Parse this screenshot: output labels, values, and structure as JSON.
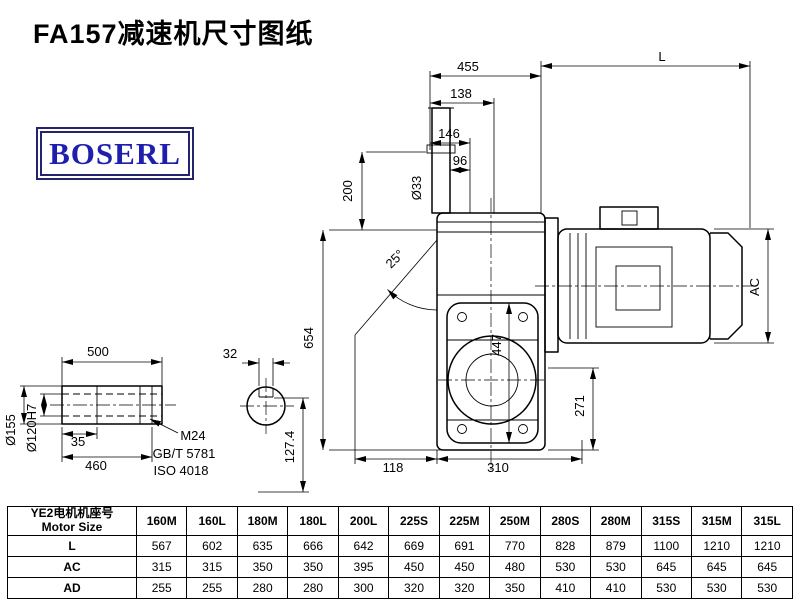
{
  "page": {
    "title": "FA157减速机尺寸图纸"
  },
  "logo": {
    "text": "BOSERL"
  },
  "drawing": {
    "dims": {
      "width_455": "455",
      "motor_length": "L",
      "d138": "138",
      "d146": "146",
      "d96": "96",
      "shaft_dia": "Ø33",
      "d200": "200",
      "mount_angle": "25°",
      "height_654": "654",
      "d447": "447",
      "motor_height": "AC",
      "d271": "271",
      "d118": "118",
      "d310": "310",
      "shaft_len": "500",
      "keyway_width": "32",
      "d35": "35",
      "d460": "460",
      "bore_outer": "Ø155",
      "bore_inner": "Ø120H7",
      "thread": "M24",
      "thread_std1": "GB/T 5781",
      "thread_std2": "ISO 4018",
      "keyway_depth": "127.4"
    }
  },
  "table": {
    "header": {
      "line1": "YE2电机机座号",
      "line2": "Motor Size"
    },
    "columns": [
      "160M",
      "160L",
      "180M",
      "180L",
      "200L",
      "225S",
      "225M",
      "250M",
      "280S",
      "280M",
      "315S",
      "315M",
      "315L"
    ],
    "rows": [
      {
        "label": "L",
        "values": [
          "567",
          "602",
          "635",
          "666",
          "642",
          "669",
          "691",
          "770",
          "828",
          "879",
          "1100",
          "1210",
          "1210"
        ]
      },
      {
        "label": "AC",
        "values": [
          "315",
          "315",
          "350",
          "350",
          "395",
          "450",
          "450",
          "480",
          "530",
          "530",
          "645",
          "645",
          "645"
        ]
      },
      {
        "label": "AD",
        "values": [
          "255",
          "255",
          "280",
          "280",
          "300",
          "320",
          "320",
          "350",
          "410",
          "410",
          "530",
          "530",
          "530"
        ]
      }
    ]
  }
}
